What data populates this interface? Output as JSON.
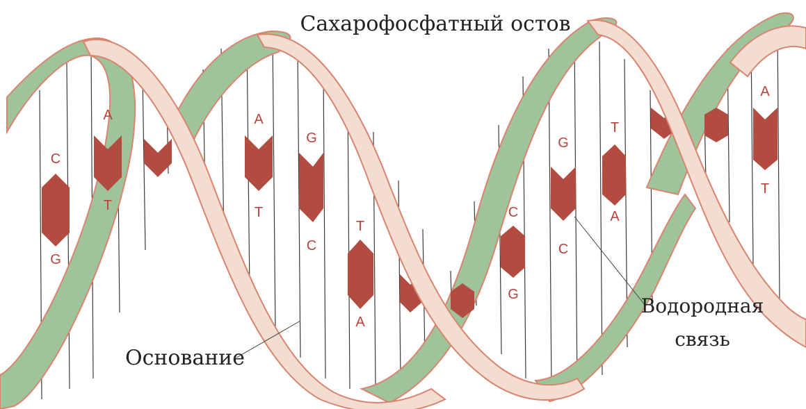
{
  "labels": {
    "backbone": "Сахарофосфатный остов",
    "base": "Основание",
    "hbond_line1": "Водородная",
    "hbond_line2": "связь"
  },
  "base_pairs": [
    {
      "top": "C",
      "bottom": "G"
    },
    {
      "top": "A",
      "bottom": "T"
    },
    {
      "top": "A",
      "bottom": "T"
    },
    {
      "top": "G",
      "bottom": "C"
    },
    {
      "top": "T",
      "bottom": "A"
    },
    {
      "top": "C",
      "bottom": "G"
    },
    {
      "top": "G",
      "bottom": "C"
    },
    {
      "top": "T",
      "bottom": "A"
    },
    {
      "top": "A",
      "bottom": "T"
    }
  ],
  "colors": {
    "strand_green": "#9fc39a",
    "strand_cream": "#f2ddd0",
    "strand_edge": "#d9846f",
    "base_block": "#b24c40",
    "rung": "#3a3a3a",
    "letter": "#b9433b",
    "text": "#222222"
  }
}
